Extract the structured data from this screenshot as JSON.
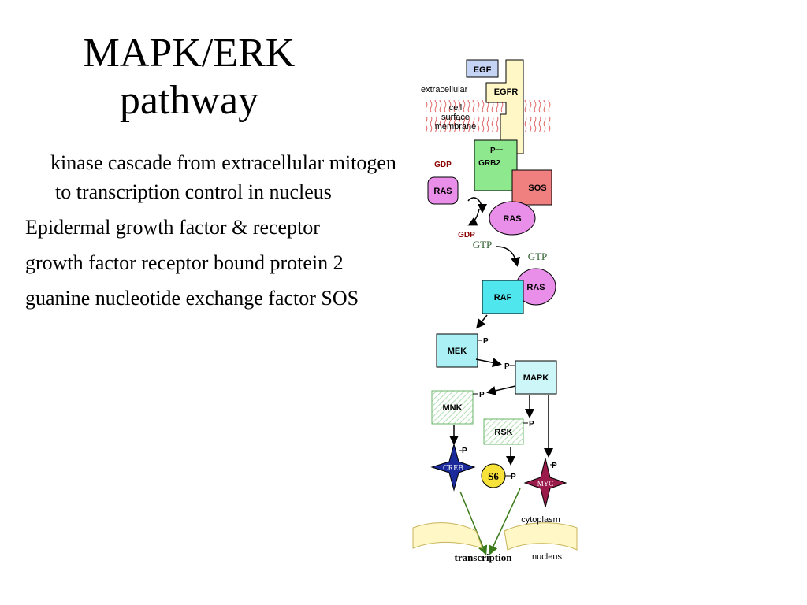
{
  "slide": {
    "title_line1": "MAPK/ERK",
    "title_line2": "pathway",
    "bullets": [
      "kinase cascade from extracellular mitogen to transcription control in nucleus",
      "Epidermal growth factor & receptor",
      "growth factor receptor bound protein 2",
      "guanine nucleotide exchange factor SOS"
    ]
  },
  "diagram": {
    "labels": {
      "egf": "EGF",
      "egfr": "EGFR",
      "extracellular": "extracellular",
      "cell": "cell",
      "surface": "surface",
      "membrane": "membrane",
      "p": "P",
      "grb2": "GRB2",
      "sos": "SOS",
      "gdp": "GDP",
      "gtp": "GTP",
      "ras": "RAS",
      "raf": "RAF",
      "mek": "MEK",
      "mapk": "MAPK",
      "mnk": "MNK",
      "rsk": "RSK",
      "creb": "CREB",
      "s6": "S6",
      "myc": "MYC",
      "cytoplasm": "cytoplasm",
      "nucleus": "nucleus",
      "transcription": "transcription"
    },
    "colors": {
      "egf": "#c5d3f5",
      "egfr": "#fff7c6",
      "grb2": "#8ee88e",
      "sos": "#f08080",
      "ras": "#e98fe9",
      "raf": "#4fe6ee",
      "mek": "#aaf0f4",
      "mapk": "#cdf6f8",
      "creb": "#1a2a9a",
      "s6": "#f7e23a",
      "myc": "#9a1a4a",
      "gdp": "#8b0000",
      "gtp": "#2e5e2e",
      "transcription_arrow": "#3a7a1a"
    }
  }
}
